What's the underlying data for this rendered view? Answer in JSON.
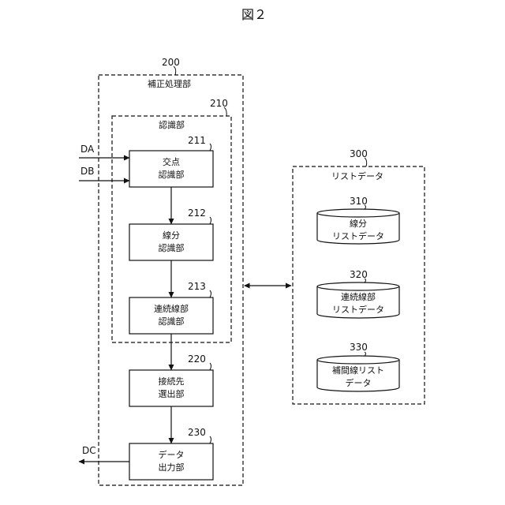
{
  "figure_title": "図２",
  "inputs": {
    "da": "DA",
    "db": "DB"
  },
  "output": {
    "dc": "DC"
  },
  "correction_unit": {
    "number": "200",
    "label": "補正処理部"
  },
  "recognition_unit": {
    "number": "210",
    "label": "認識部"
  },
  "blocks": {
    "b211": {
      "number": "211",
      "line1": "交点",
      "line2": "認識部"
    },
    "b212": {
      "number": "212",
      "line1": "線分",
      "line2": "認識部"
    },
    "b213": {
      "number": "213",
      "line1": "連続線部",
      "line2": "認識部"
    },
    "b220": {
      "number": "220",
      "line1": "接続先",
      "line2": "選出部"
    },
    "b230": {
      "number": "230",
      "line1": "データ",
      "line2": "出力部"
    }
  },
  "list_data": {
    "number": "300",
    "label": "リストデータ"
  },
  "databases": {
    "d310": {
      "number": "310",
      "line1": "線分",
      "line2": "リストデータ"
    },
    "d320": {
      "number": "320",
      "line1": "連続線部",
      "line2": "リストデータ"
    },
    "d330": {
      "number": "330",
      "line1": "補間線リスト",
      "line2": "データ"
    }
  }
}
